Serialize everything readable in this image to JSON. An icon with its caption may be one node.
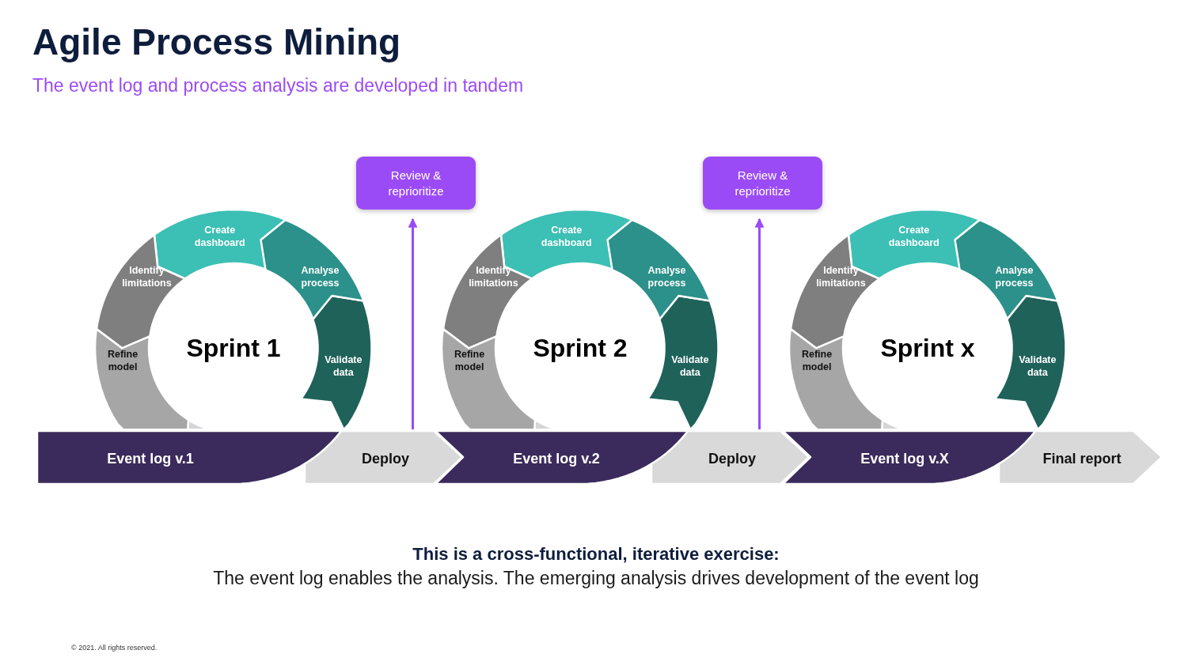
{
  "diagram": {
    "title": "Agile Process Mining",
    "nodes": [
      {
        "text": [
          "Sprint 1"
        ]
      },
      {
        "text": [
          "Validate data"
        ]
      },
      {
        "text": [
          "Analyse process"
        ]
      },
      {
        "text": [
          "Create dashboard"
        ]
      },
      {
        "text": [
          "Identify limitations"
        ]
      },
      {
        "text": [
          "Refine model"
        ]
      },
      {
        "text": [],
        "shape": "arc"
      },
      {
        "text": [
          "Event log v.1"
        ]
      },
      {
        "text": [
          "Deploy"
        ]
      },
      {
        "text": [
          "Review & reprioritize"
        ]
      },
      {
        "text": [
          "Sprint 2"
        ]
      },
      {
        "text": [
          "Validate data"
        ]
      },
      {
        "text": [
          "Analyse process"
        ]
      },
      {
        "text": [
          "Create dashboard"
        ]
      },
      {
        "text": [
          "Identify limitations"
        ]
      },
      {
        "text": [
          "Refine model"
        ]
      },
      {
        "text": [],
        "shape": "arc"
      },
      {
        "text": [
          "Event log v.2"
        ]
      },
      {
        "text": [
          "Deploy"
        ]
      },
      {
        "text": [
          "Review & reprioritize"
        ]
      },
      {
        "text": [
          "Sprint x"
        ]
      },
      {
        "text": [
          "Validate data"
        ]
      },
      {
        "text": [
          "Analyse process"
        ]
      },
      {
        "text": [
          "Create dashboard"
        ]
      },
      {
        "text": [
          "Identify limitations"
        ]
      },
      {
        "text": [
          "Refine model"
        ]
      },
      {
        "text": [],
        "shape": "arc"
      },
      {
        "text": [
          "Event log v.X"
        ]
      },
      {
        "text": [
          "Final report"
        ]
      }
    ],
    "edges": [
      {
        "from": 8,
        "to": 9,
        "arrow": "to"
      },
      {
        "from": 18,
        "to": 19,
        "arrow": "to"
      }
    ],
    "labels": [
      "The event log and process analysis are developed in tandem",
      "This is a cross-functional, iterative exercise:",
      "The event log enables the analysis. The emerging analysis drives development of the event log",
      "© 2021. All rights reserved."
    ]
  }
}
